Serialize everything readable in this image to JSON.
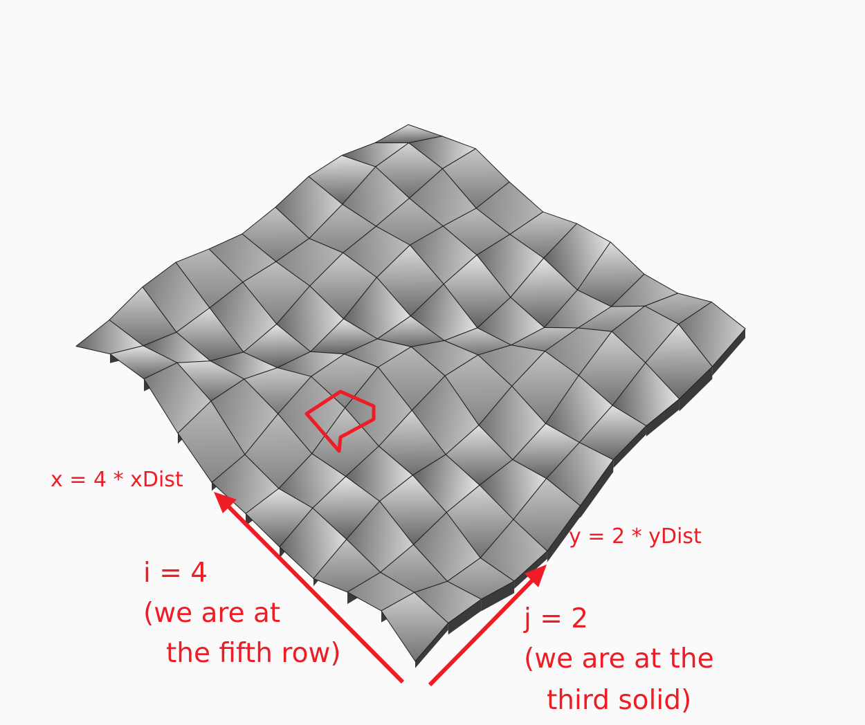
{
  "diagram": {
    "grid_rows": 10,
    "grid_cols": 10,
    "highlight_cell": {
      "i": 4,
      "j": 2
    },
    "colors": {
      "highlight": "#ee1c24",
      "label": "#ee1c24",
      "edge": "#1e1e1e",
      "tile_light": "#e4e4e4",
      "tile_dark": "#4a4a4a"
    }
  },
  "labels": {
    "x_formula": "x = 4 * xDist",
    "y_formula": "y = 2 * yDist",
    "i_value": "i = 4",
    "i_note_line1": "(we are at",
    "i_note_line2": "the fifth row)",
    "j_value": "j = 2",
    "j_note_line1": "(we are at the",
    "j_note_line2": "third solid)"
  }
}
